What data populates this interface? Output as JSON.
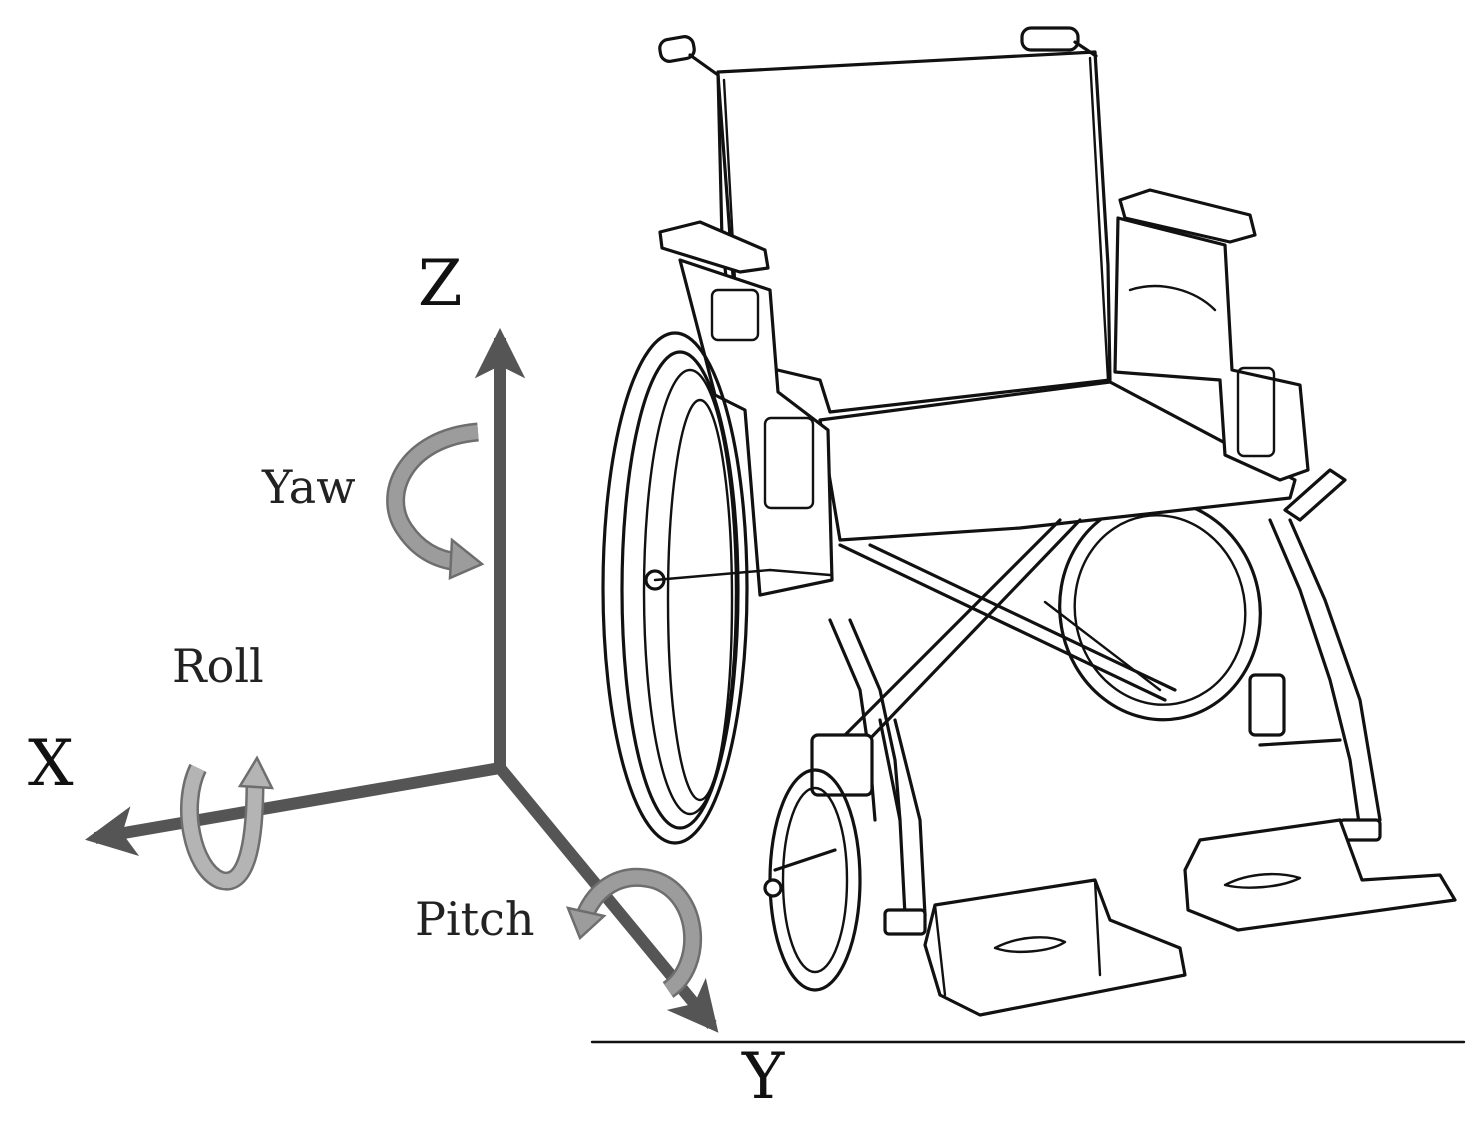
{
  "axes": {
    "x_label": "X",
    "y_label": "Y",
    "z_label": "Z",
    "axis_color": "#555555"
  },
  "rotations": {
    "yaw_label": "Yaw",
    "roll_label": "Roll",
    "pitch_label": "Pitch",
    "arrow_color": "#8c8c8c"
  },
  "illustration": {
    "subject": "wheelchair-icon"
  }
}
